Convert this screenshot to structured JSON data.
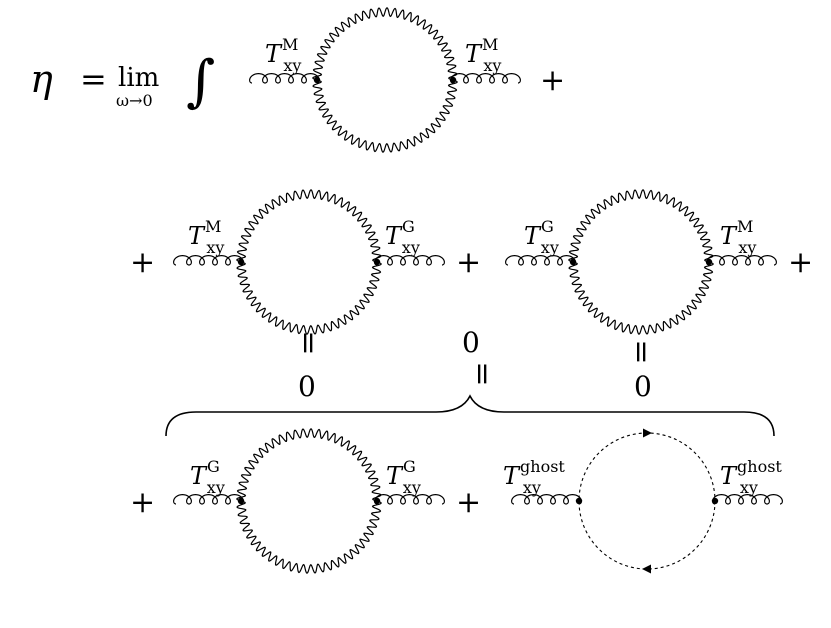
{
  "formula": {
    "lhs": "η",
    "equals": "=",
    "lim": "lim",
    "lim_sub": "ω→0",
    "integral": "∫"
  },
  "operators": {
    "plus": "+",
    "equals_vertical": "=",
    "zero": "0"
  },
  "vertex": {
    "T": "T",
    "sub": "xy",
    "M": "M",
    "G": "G",
    "ghost": "ghost"
  },
  "rows": [
    {
      "left": "M",
      "right": "M",
      "loop": "gluon",
      "leading_plus": false,
      "trailing_plus": true
    },
    {
      "left": "M",
      "right": "G",
      "loop": "gluon",
      "leading_plus": true,
      "trailing_plus": true
    },
    {
      "left": "G",
      "right": "M",
      "loop": "gluon",
      "leading_plus": true,
      "trailing_plus": true
    },
    {
      "left": "G",
      "right": "G",
      "loop": "gluon",
      "leading_plus": true,
      "trailing_plus": true
    },
    {
      "left": "ghost",
      "right": "ghost",
      "loop": "ghost",
      "leading_plus": false,
      "trailing_plus": false
    }
  ]
}
